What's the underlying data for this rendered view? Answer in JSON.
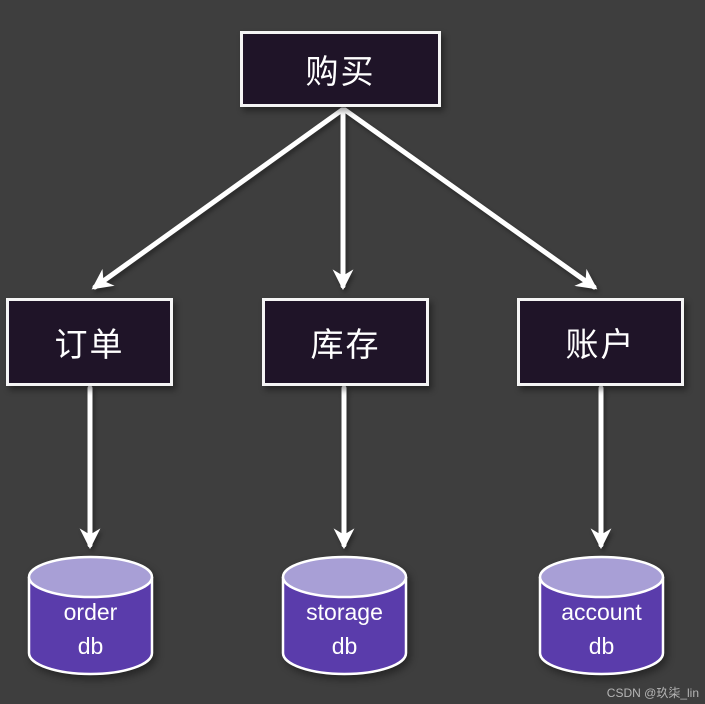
{
  "diagram": {
    "background_color": "#3e3e3e",
    "node_fill_color": "#1f1428",
    "node_border_color": "#f5f5f5",
    "arrow_color": "#ffffff",
    "db_body_color": "#5a3cab",
    "db_top_color": "#a89fd6",
    "nodes": {
      "purchase": {
        "label": "购买"
      },
      "order": {
        "label": "订单"
      },
      "storage": {
        "label": "库存"
      },
      "account": {
        "label": "账户"
      }
    },
    "databases": {
      "order_db": {
        "line1": "order",
        "line2": "db"
      },
      "storage_db": {
        "line1": "storage",
        "line2": "db"
      },
      "account_db": {
        "line1": "account",
        "line2": "db"
      }
    },
    "edges": [
      {
        "from": "purchase",
        "to": "order"
      },
      {
        "from": "purchase",
        "to": "storage"
      },
      {
        "from": "purchase",
        "to": "account"
      },
      {
        "from": "order",
        "to": "order_db"
      },
      {
        "from": "storage",
        "to": "storage_db"
      },
      {
        "from": "account",
        "to": "account_db"
      }
    ]
  },
  "watermark": {
    "text": "CSDN @玖柒_lin"
  }
}
